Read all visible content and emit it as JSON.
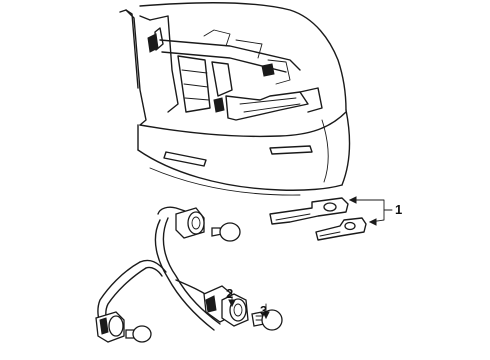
{
  "callouts": [
    {
      "id": "1",
      "label": "1"
    },
    {
      "id": "2",
      "label": "2"
    },
    {
      "id": "3",
      "label": "3"
    }
  ],
  "colors": {
    "ink": "#1a1a1a",
    "paper": "#ffffff"
  }
}
